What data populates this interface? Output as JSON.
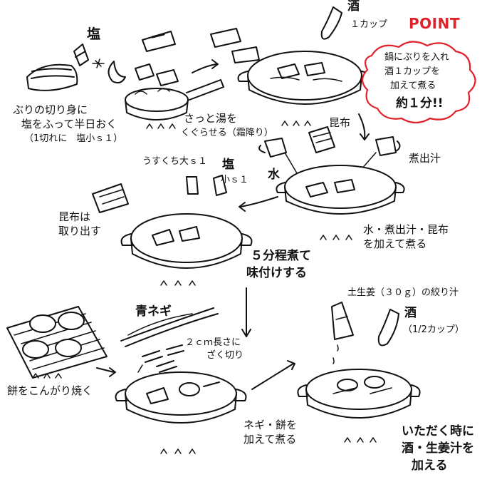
{
  "step1": {
    "salt": "塩",
    "line1": "ぶりの切り身に",
    "line2": "塩をふって半日おく",
    "line3": "（1切れに　塩小ｓ１）"
  },
  "step2": {
    "line1": "さっと湯を",
    "line2": "くぐらせる（霜降り）"
  },
  "step3": {
    "sake": "酒",
    "cup": "１カップ",
    "point_label": "POINT",
    "callout1": "鍋にぶりを入れ",
    "callout2": "酒１カップを",
    "callout3": "加えて煮る",
    "callout4": "約１分!!"
  },
  "step4": {
    "kombu": "昆布",
    "water": "水",
    "dashi": "煮出汁",
    "line1": "水・煮出汁・昆布",
    "line2": "を加えて煮る"
  },
  "step5": {
    "usukuchi": "うすくち大ｓ１",
    "salt": "塩",
    "salt_amt": "小ｓ１",
    "kombu1": "昆布は",
    "kombu2": "取り出す",
    "line1": "５分程煮て",
    "line2": "味付けする"
  },
  "step6": {
    "mochi": "餅をこんがり焼く",
    "negi": "青ネギ",
    "cut1": "２ｃｍ長さに",
    "cut2": "ざく切り",
    "line1": "ネギ・餅を",
    "line2": "加えて煮る"
  },
  "step7": {
    "ginger": "土生姜（３０ｇ）の絞り汁",
    "sake": "酒",
    "sake_amt": "（1/2カップ）",
    "line1": "いただく時に",
    "line2": "酒・生姜汁を",
    "line3": "加える"
  }
}
